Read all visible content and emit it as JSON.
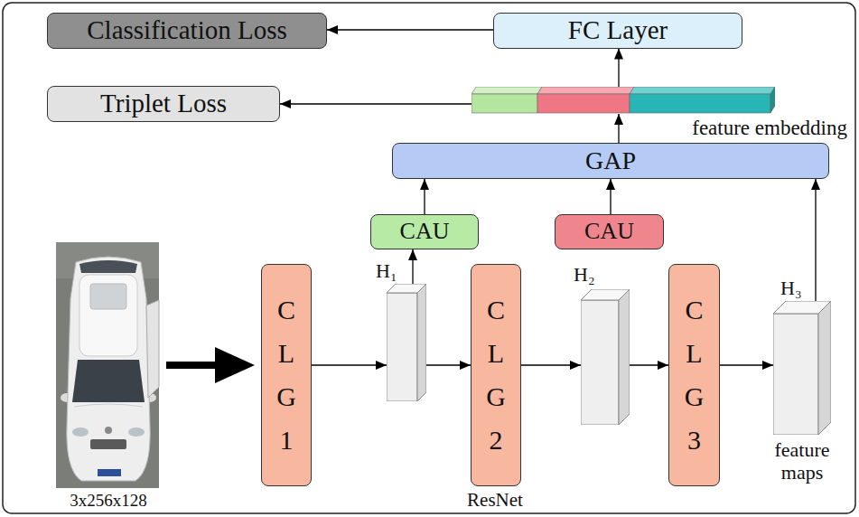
{
  "diagram": {
    "nodes": [
      {
        "text": [
          "Classification Loss"
        ]
      },
      {
        "text": [
          "FC Layer"
        ]
      },
      {
        "text": [
          "Triplet Loss"
        ]
      },
      {
        "text": [
          "feature embedding"
        ]
      },
      {
        "text": [
          "GAP"
        ]
      },
      {
        "text": [
          "CAU"
        ]
      },
      {
        "text": [
          "CAU"
        ]
      },
      {
        "text": [
          "CLG1"
        ]
      },
      {
        "text": [
          "H₁"
        ]
      },
      {
        "text": [
          "CLG2"
        ]
      },
      {
        "text": [
          "H₂"
        ]
      },
      {
        "text": [
          "CLG3"
        ]
      },
      {
        "text": [
          "H₃",
          "feature maps"
        ]
      }
    ],
    "edges": [
      {
        "from": 1,
        "to": 0,
        "arrow": "to"
      },
      {
        "from": 3,
        "to": 1,
        "arrow": "to"
      },
      {
        "from": 3,
        "to": 2,
        "arrow": "to"
      },
      {
        "from": 4,
        "to": 3,
        "arrow": "to"
      },
      {
        "from": 5,
        "to": 4,
        "arrow": "to"
      },
      {
        "from": 6,
        "to": 4,
        "arrow": "to"
      },
      {
        "from": 12,
        "to": 4,
        "arrow": "to"
      },
      {
        "from": 8,
        "to": 5,
        "arrow": "to"
      },
      {
        "from": 7,
        "to": 8,
        "arrow": "to"
      },
      {
        "from": 8,
        "to": 9,
        "arrow": "to"
      },
      {
        "from": 9,
        "to": 10,
        "arrow": "to"
      },
      {
        "from": 10,
        "to": 11,
        "arrow": "to"
      },
      {
        "from": 11,
        "to": 12,
        "arrow": "to"
      }
    ],
    "labels": [
      "3x256x128",
      "ResNet"
    ]
  }
}
